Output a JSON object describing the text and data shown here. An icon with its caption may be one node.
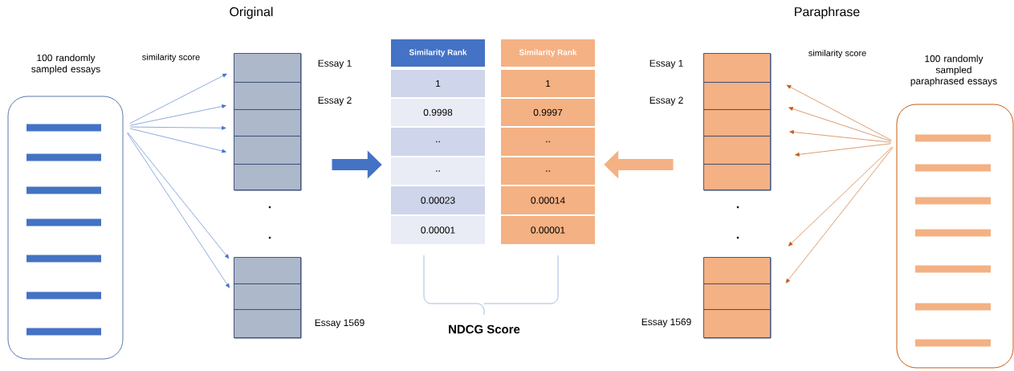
{
  "diagram": {
    "nodes": [
      {
        "text": [
          "100 randomly sampled essays"
        ]
      },
      {
        "text": [],
        "shape": "box"
      },
      {
        "text": [],
        "shape": "box",
        "in": 1,
        "beside": [
          "Essay 1"
        ]
      },
      {
        "text": [],
        "shape": "box",
        "in": 1,
        "beside": [
          "Essay 2"
        ]
      },
      {
        "text": [],
        "shape": "box",
        "in": 1
      },
      {
        "text": [],
        "shape": "box",
        "in": 1
      },
      {
        "text": [],
        "shape": "box",
        "in": 1
      },
      {
        "text": [],
        "shape": "box"
      },
      {
        "text": [],
        "shape": "box",
        "in": 7
      },
      {
        "text": [],
        "shape": "box",
        "in": 7
      },
      {
        "text": [],
        "shape": "box",
        "in": 7,
        "beside": [
          "Essay 1569"
        ]
      },
      {
        "text": [
          "Similarity Rank"
        ]
      },
      {
        "text": [
          "1"
        ]
      },
      {
        "text": [
          "0.9998"
        ]
      },
      {
        "text": [
          ".."
        ]
      },
      {
        "text": [
          ".."
        ]
      },
      {
        "text": [
          "0.00023"
        ]
      },
      {
        "text": [
          "0.00001"
        ]
      },
      {
        "text": [
          "Similarity Rank"
        ]
      },
      {
        "text": [
          "1"
        ]
      },
      {
        "text": [
          "0.9997"
        ]
      },
      {
        "text": [
          ".."
        ]
      },
      {
        "text": [
          ".."
        ]
      },
      {
        "text": [
          "0.00014"
        ]
      },
      {
        "text": [
          "0.00001"
        ]
      },
      {
        "text": [],
        "shape": "box"
      },
      {
        "text": [],
        "shape": "box",
        "in": 25,
        "beside": [
          "Essay 1"
        ]
      },
      {
        "text": [],
        "shape": "box",
        "in": 25,
        "beside": [
          "Essay 2"
        ]
      },
      {
        "text": [],
        "shape": "box",
        "in": 25
      },
      {
        "text": [],
        "shape": "box",
        "in": 25
      },
      {
        "text": [],
        "shape": "box",
        "in": 25
      },
      {
        "text": [],
        "shape": "box"
      },
      {
        "text": [],
        "shape": "box",
        "in": 31
      },
      {
        "text": [],
        "shape": "box",
        "in": 31
      },
      {
        "text": [],
        "shape": "box",
        "in": 31,
        "beside": [
          "Essay 1569"
        ]
      },
      {
        "text": [
          "100 randomly sampled paraphrased essays"
        ]
      }
    ],
    "edges": [
      {
        "from": 0,
        "to": 2,
        "arrow": "to",
        "color": "#4472c4"
      },
      {
        "from": 0,
        "to": 3,
        "arrow": "to",
        "color": "#4472c4"
      },
      {
        "from": 0,
        "to": 4,
        "arrow": "to",
        "color": "#4472c4"
      },
      {
        "from": 0,
        "to": 5,
        "arrow": "to",
        "color": "#4472c4"
      },
      {
        "from": 0,
        "to": 8,
        "arrow": "to",
        "color": "#4472c4"
      },
      {
        "from": 0,
        "to": 9,
        "arrow": "to",
        "color": "#4472c4"
      },
      {
        "from": 1,
        "to": 15,
        "arrow": "to",
        "style": "thick",
        "color": "#4472c4"
      },
      {
        "from": 25,
        "to": 22,
        "arrow": "to",
        "style": "thick",
        "color": "#f4b183"
      },
      {
        "from": 35,
        "to": 26,
        "arrow": "to",
        "color": "#c55a11"
      },
      {
        "from": 35,
        "to": 27,
        "arrow": "to",
        "color": "#c55a11"
      },
      {
        "from": 35,
        "to": 28,
        "arrow": "to",
        "color": "#c55a11"
      },
      {
        "from": 35,
        "to": 29,
        "arrow": "to",
        "color": "#c55a11"
      },
      {
        "from": 35,
        "to": 32,
        "arrow": "to",
        "color": "#c55a11"
      },
      {
        "from": 35,
        "to": 33,
        "arrow": "to",
        "color": "#c55a11"
      }
    ],
    "labels": [
      "Original",
      "Paraphrase",
      "similarity score",
      "similarity score",
      "NDCG Score"
    ]
  }
}
